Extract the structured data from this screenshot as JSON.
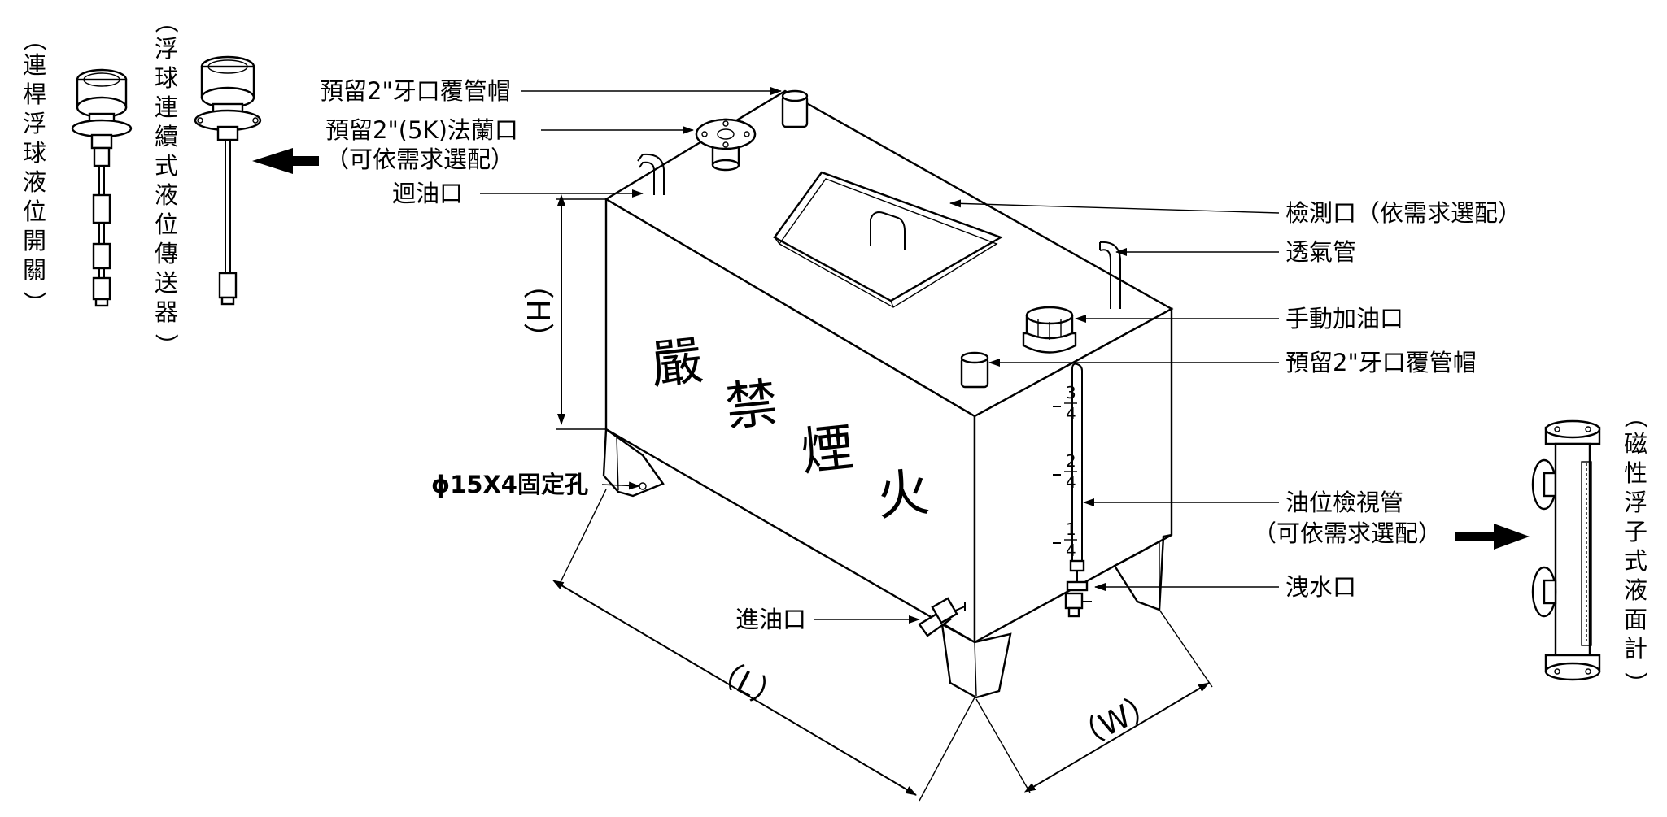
{
  "labels": {
    "reserve_cap_top": "預留2\"牙口覆管帽",
    "reserve_flange": "預留2\"(5K)法蘭口",
    "reserve_flange_note": "（可依需求選配）",
    "return_oil": "迴油口",
    "inspection_port": "檢測口（依需求選配）",
    "vent_pipe": "透氣管",
    "manual_fill": "手動加油口",
    "reserve_cap_right": "預留2\"牙口覆管帽",
    "oil_level_gauge": "油位檢視管",
    "oil_level_gauge_note": "（可依需求選配）",
    "drain": "洩水口",
    "inlet": "進油口",
    "fixing_hole": "ϕ15X4固定孔"
  },
  "dimensions": {
    "height": "（H）",
    "length": "（L）",
    "width": "（W）"
  },
  "warning_text": [
    "嚴",
    "禁",
    "煙",
    "火"
  ],
  "gauge_marks": [
    {
      "num": "3",
      "den": "4"
    },
    {
      "num": "2",
      "den": "4"
    },
    {
      "num": "1",
      "den": "4"
    }
  ],
  "side_devices": {
    "rod_float_switch": [
      "（",
      "連",
      "桿",
      "浮",
      "球",
      "液",
      "位",
      "開",
      "關",
      "）"
    ],
    "float_transmitter": [
      "（",
      "浮",
      "球",
      "連",
      "續",
      "式",
      "液",
      "位",
      "傳",
      "送",
      "器",
      "）"
    ],
    "magnetic_level_gauge": [
      "（",
      "磁",
      "性",
      "浮",
      "子",
      "式",
      "液",
      "面",
      "計",
      "）"
    ]
  }
}
